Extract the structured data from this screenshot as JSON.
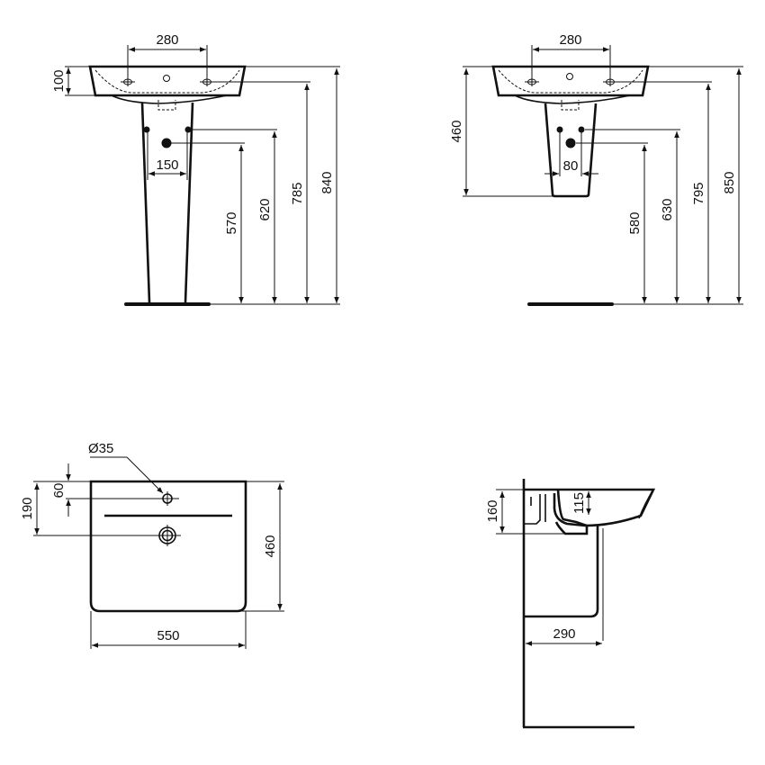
{
  "drawing": {
    "colors": {
      "line": "#111111",
      "background": "#ffffff"
    },
    "views": [
      {
        "name": "front-view-full-pedestal",
        "dimensions": {
          "tap_hole_spacing": "280",
          "basin_height": "100",
          "supply_spacing": "150",
          "waste_height": "570",
          "supply_height": "620",
          "tap_height": "785",
          "total_height": "840"
        }
      },
      {
        "name": "front-view-semi-pedestal",
        "dimensions": {
          "tap_hole_spacing": "280",
          "semi_pedestal_depth": "460",
          "supply_spacing": "80",
          "waste_height": "580",
          "supply_height": "630",
          "tap_height": "795",
          "total_height": "850"
        }
      },
      {
        "name": "top-view",
        "dimensions": {
          "tap_hole_diameter": "Ø35",
          "tap_hole_offset": "60",
          "waste_offset": "190",
          "depth": "460",
          "width": "550"
        }
      },
      {
        "name": "side-view",
        "dimensions": {
          "overall_basin_height": "160",
          "bowl_depth": "115",
          "pedestal_projection": "290"
        }
      }
    ]
  }
}
